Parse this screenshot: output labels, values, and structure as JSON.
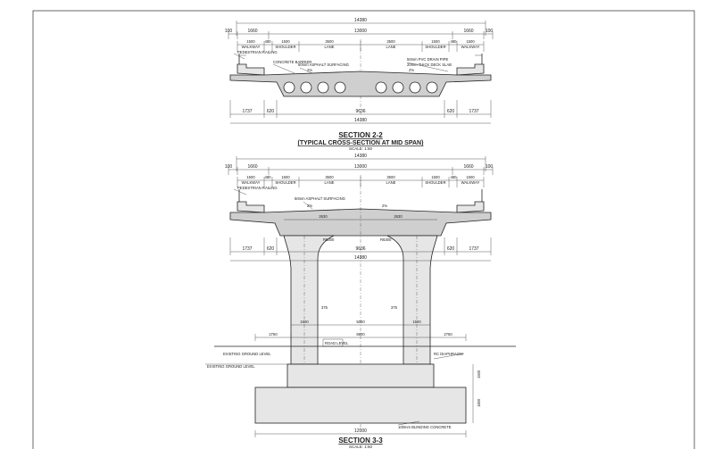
{
  "section22": {
    "title": "SECTION 2-2",
    "subtitle": "(TYPICAL CROSS-SECTION AT MID SPAN)",
    "scale": "SCALE: 1:50",
    "overall_top": "14380",
    "overall_bottom": "14380",
    "top_dims": [
      "100",
      "1660",
      "13000",
      "1660",
      "100"
    ],
    "lane_dims": [
      "1500",
      "480",
      "1500",
      "3500",
      "3500",
      "1500",
      "480",
      "1500"
    ],
    "lane_labels": [
      "WALKWAY",
      "SHOULDER",
      "LANE",
      "LANE",
      "SHOULDER",
      "WALKWAY"
    ],
    "bottom_dims": [
      "1737",
      "620",
      "9636",
      "620",
      "1737"
    ],
    "labels": {
      "pedestrian": "PEDESTRIAN RAILING",
      "barrier": "CONCRETE BARRIER",
      "surfacing": "50mm ASPHALT SURFACING",
      "crossfall": "2%",
      "drain": "50mm PVC DRAIN PIPE",
      "deck_slab": "20mm THICK DECK SLAB"
    }
  },
  "section33": {
    "title": "SECTION 3-3",
    "scale": "SCALE: 1:50",
    "overall_top": "14380",
    "top_dims": [
      "100",
      "1660",
      "13000",
      "1660",
      "100"
    ],
    "lane_dims": [
      "1500",
      "480",
      "1500",
      "3500",
      "3500",
      "1500",
      "480",
      "1500"
    ],
    "lane_labels": [
      "WALKWAY",
      "SHOULDER",
      "LANE",
      "LANE",
      "SHOULDER",
      "WALKWAY"
    ],
    "cap_dims": [
      "2630",
      "2630"
    ],
    "cap_width": "9636",
    "cap_overall": "14380",
    "bottom_dims": [
      "1737",
      "620",
      "620",
      "1737"
    ],
    "radius_labels": [
      "R6300",
      "R6300"
    ],
    "column_dims": [
      "1500",
      "5000",
      "1500"
    ],
    "column_offsets": [
      "375",
      "375"
    ],
    "base_dims": [
      "2750",
      "6800",
      "2750"
    ],
    "footing_width": "12000",
    "footing_depth": [
      "1500",
      "1800"
    ],
    "column_height": "ROAD LEVEL",
    "labels": {
      "pedestrian": "PEDESTRIAN RAILING",
      "surfacing": "50mm ASPHALT SURFACING",
      "crossfall": "2%",
      "ground": "EXISTING GROUND LEVEL",
      "gl": "EXISTING GROUND LEVEL",
      "blinding": "100mm BLINDING CONCRETE",
      "diaphragm": "RC DIAPHRAGM"
    }
  }
}
